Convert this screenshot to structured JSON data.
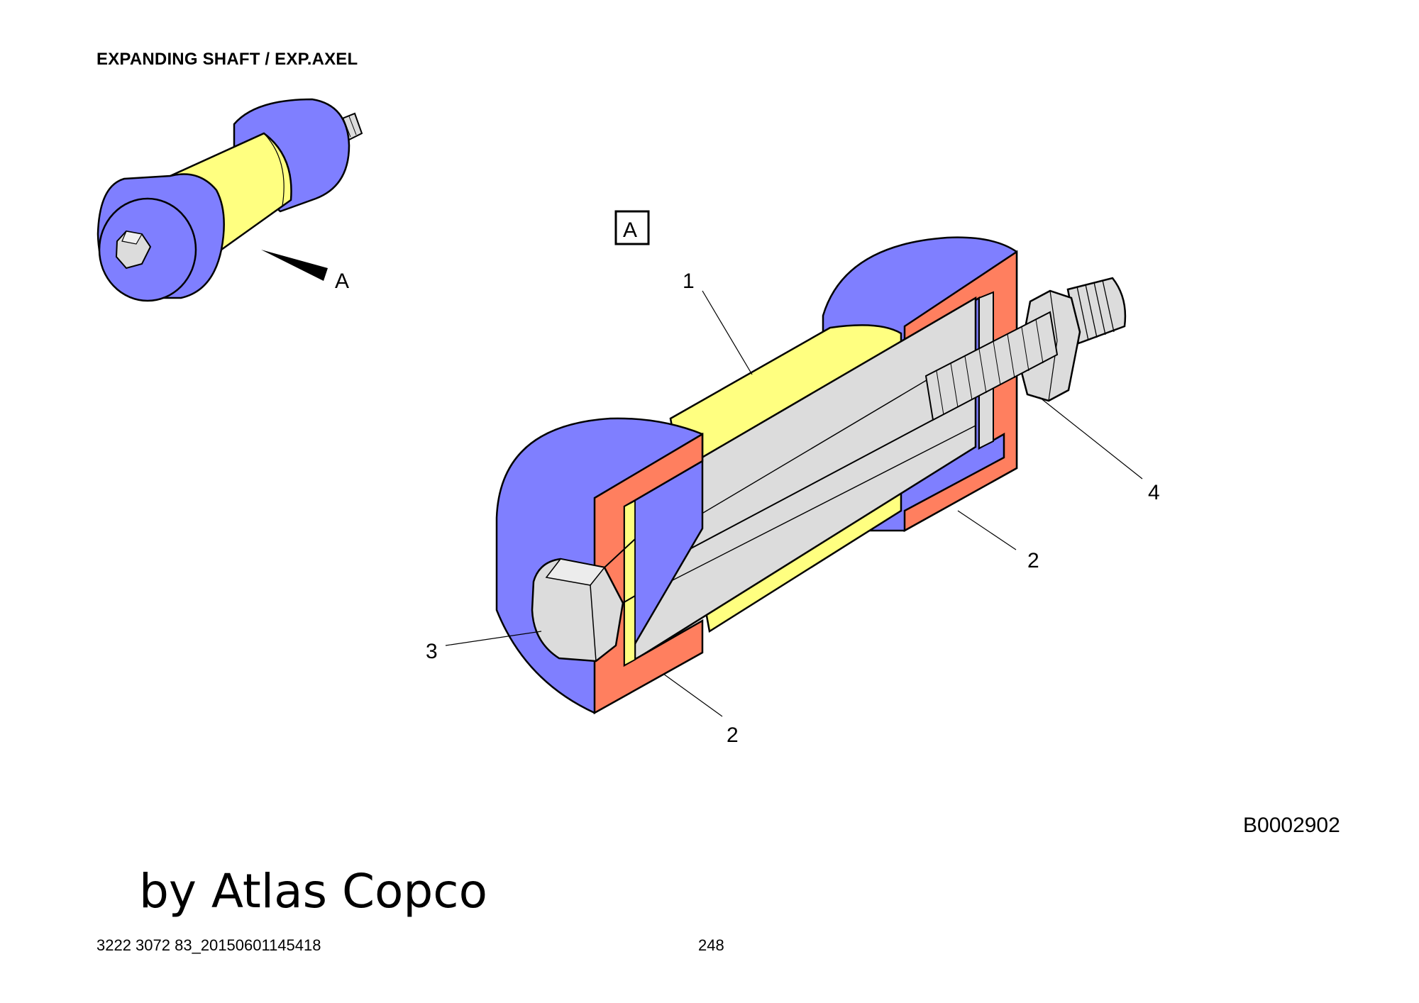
{
  "header": {
    "title": "EXPANDING SHAFT / EXP.AXEL"
  },
  "view_label": "A",
  "view_box_label": "A",
  "callouts": {
    "c1": "1",
    "c2a": "2",
    "c2b": "2",
    "c3": "3",
    "c4": "4"
  },
  "drawing_id": "B0002902",
  "brand": "by Atlas Copco",
  "footer": {
    "doc_number": "3222 3072 83_20150601145418",
    "page_number": "248"
  },
  "colors": {
    "end_cap": "#7f7fff",
    "sleeve": "#ffff80",
    "section_cut": "#ff7f5f",
    "steel": "#dcdcdc",
    "outline": "#000000"
  }
}
